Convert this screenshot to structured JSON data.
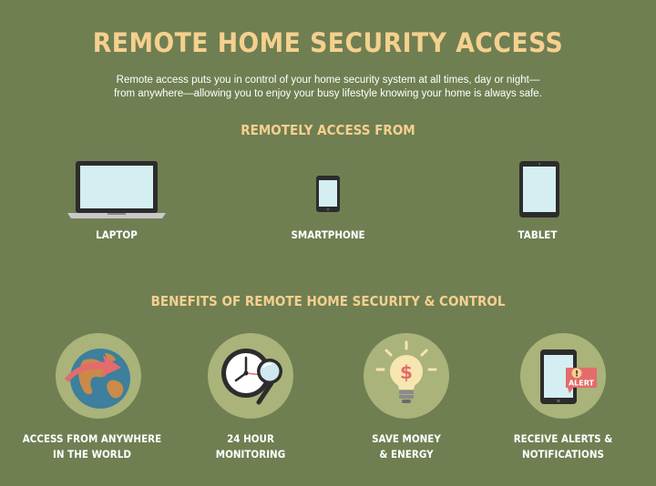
{
  "title": "REMOTE HOME SECURITY ACCESS",
  "subtitle": {
    "line1": "Remote access puts you in control of your home security system at all times, day or night—",
    "line2": "from anywhere—allowing you to enjoy your busy lifestyle knowing your home is always safe."
  },
  "access_section": {
    "heading": "REMOTELY ACCESS FROM",
    "devices": [
      {
        "label": "LAPTOP",
        "icon": "laptop-icon"
      },
      {
        "label": "SMARTPHONE",
        "icon": "smartphone-icon"
      },
      {
        "label": "TABLET",
        "icon": "tablet-icon"
      }
    ]
  },
  "benefits_section": {
    "heading": "BENEFITS OF REMOTE HOME SECURITY & CONTROL",
    "items": [
      {
        "line1": "ACCESS FROM ANYWHERE",
        "line2": "IN THE WORLD",
        "icon": "globe-arrow-icon"
      },
      {
        "line1": "24 HOUR",
        "line2": "MONITORING",
        "icon": "clock-magnifier-icon"
      },
      {
        "line1": "SAVE MONEY",
        "line2": "& ENERGY",
        "icon": "lightbulb-dollar-icon"
      },
      {
        "line1": "RECEIVE ALERTS &",
        "line2": "NOTIFICATIONS",
        "icon": "phone-alert-icon",
        "badge": "ALERT"
      }
    ]
  },
  "colors": {
    "background": "#6f7f52",
    "accent": "#f5d08e",
    "circle": "#a9b37a",
    "screen": "#d4eef1"
  }
}
